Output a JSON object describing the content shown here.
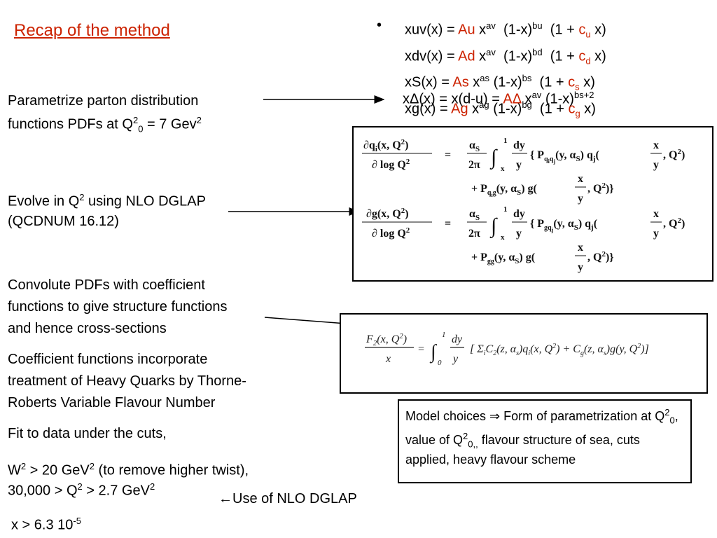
{
  "title": "Recap of the method",
  "bullet": "•",
  "pdfs": [
    {
      "lhs": "xuv(x) =",
      "norm": "Au",
      "p1": "x",
      "e1": "av",
      "p2": "(1-x)",
      "e2": "bu",
      "p3": "(1 +",
      "c": "c",
      "csub": "u",
      "p4": "x)"
    },
    {
      "lhs": "xdv(x) =",
      "norm": "Ad",
      "p1": "x",
      "e1": "av",
      "p2": "(1-x)",
      "e2": "bd",
      "p3": "(1 +",
      "c": "c",
      "csub": "d",
      "p4": "x)"
    },
    {
      "lhs": "xS(x) =",
      "norm": "As",
      "p1": "x",
      "e1": "as",
      "p2": "(1-x)",
      "e2": "bs",
      "p3": "(1 +",
      "c": "c",
      "csub": "s",
      "p4": "x)"
    },
    {
      "lhs": "xg(x) =",
      "norm": "Ag",
      "p1": "x",
      "e1": "ag",
      "p2": "(1-x)",
      "e2": "bg",
      "p3": "(1 +",
      "c": "c",
      "csub": "g",
      "p4": "x)"
    }
  ],
  "delta": {
    "lhs": "xΔ(x) = x(d-u) =",
    "norm": "AΔ",
    "p1": "x",
    "e1": "av",
    "p2": "(1-x)",
    "e2": "bs+2"
  },
  "steps": {
    "parametrize_1": "Parametrize parton distribution",
    "parametrize_2a": "functions PDFs at Q",
    "parametrize_2sup": "2",
    "parametrize_2sub": "0",
    "parametrize_2b": " = 7 Gev",
    "parametrize_2sup2": "2",
    "evolve_1a": "Evolve  in Q",
    "evolve_1sup": "2",
    "evolve_1b": " using NLO DGLAP",
    "evolve_2": "(QCDNUM 16.12)",
    "convolute_1": "Convolute PDFs with coefficient",
    "convolute_2": "functions  to give structure functions",
    "convolute_3": "and hence  cross-sections",
    "coeff_1": "Coefficient functions incorporate",
    "coeff_2": "treatment of Heavy Quarks by Thorne-",
    "coeff_3": "Roberts Variable Flavour Number",
    "fit": "Fit to data under the cuts,",
    "w_a": "W",
    "w_sup": "2",
    "w_b": " > 20 GeV",
    "w_sup2": "2",
    "w_c": " (to remove higher twist),",
    "q_a": "30,000 > Q",
    "q_sup": "2",
    "q_b": " > 2.7 GeV",
    "q_sup2": "2",
    "x_a": "x > 6.3 10",
    "x_sup": "-5",
    "nlo_note": "←Use of NLO DGLAP"
  },
  "model": {
    "a": "Model choices ⇒ Form of parametrization at Q",
    "sup": "2",
    "sub": "0",
    "b": ", value of Q",
    "sup2": "2",
    "sub2": "0,,",
    "c": " flavour structure of sea, cuts applied, heavy flavour scheme"
  },
  "dglap": {
    "q_lhs_num": "∂q",
    "q_lhs_num_sub": "i",
    "q_lhs_num_rest": "(x, Q",
    "q_lhs_num_sup": "2",
    "q_lhs_num_end": ")",
    "lhs_den": "∂ log Q",
    "lhs_den_sup": "2",
    "eq": "=",
    "alpha": "α",
    "alpha_sub": "S",
    "two_pi": "2π",
    "int": "∫",
    "int_up": "1",
    "int_low": "x",
    "dy": "dy",
    "y": "y",
    "q_body_1": "{ P",
    "q_body_1_sub": "q",
    "q_body_1_sub2": "i",
    "q_body_1_sub3": "q",
    "q_body_1_sub4": "j",
    "q_body_1_rest": "(y, α",
    "q_body_1_asub": "S",
    "q_body_1_mid": ") q",
    "q_body_1_qsub": "j",
    "q_body_1_paren": "(",
    "frac_num": "x",
    "frac_den": "y",
    "q_body_1_end": ", Q",
    "q_body_1_endsup": "2",
    "q_body_1_close": ")",
    "q_body_2": "+ P",
    "q_body_2_sub": "q",
    "q_body_2_sub2": "i",
    "q_body_2_sub3": "g",
    "q_body_2_rest": "(y, α",
    "q_body_2_asub": "S",
    "q_body_2_mid": ") g(",
    "q_body_2_end": ", Q",
    "q_body_2_endsup": "2",
    "q_body_2_close": ")}",
    "g_lhs_num": "∂g(x, Q",
    "g_lhs_num_sup": "2",
    "g_lhs_num_end": ")",
    "g_body_1": "{ P",
    "g_body_1_sub": "g",
    "g_body_1_sub2": "q",
    "g_body_1_sub3": "j",
    "g_body_1_rest": "(y, α",
    "g_body_1_asub": "S",
    "g_body_1_mid": ") q",
    "g_body_1_qsub": "j",
    "g_body_1_paren": "(",
    "g_body_1_end": ", Q",
    "g_body_1_endsup": "2",
    "g_body_1_close": ")",
    "g_body_2": "+ P",
    "g_body_2_sub": "gg",
    "g_body_2_rest": "(y, α",
    "g_body_2_asub": "S",
    "g_body_2_mid": ") g(",
    "g_body_2_end": ", Q",
    "g_body_2_endsup": "2",
    "g_body_2_close": ")}"
  },
  "f2": {
    "num_a": "F",
    "num_sub": "2",
    "num_b": "(x, Q",
    "num_sup": "2",
    "num_c": ")",
    "den": "x",
    "eq": "=",
    "int": "∫",
    "int_up": "1",
    "int_low": "0",
    "dy": "dy",
    "y": "y",
    "body_a": "[ Σ",
    "body_sub1": "i",
    "body_b": "C",
    "body_sub2": "2",
    "body_c": "(z, α",
    "body_sub3": "s",
    "body_d": ")q",
    "body_sub4": "i",
    "body_e": "(x, Q",
    "body_sup1": "2",
    "body_f": ") + C",
    "body_sub5": "g",
    "body_g": "(z, α",
    "body_sub6": "s",
    "body_h": ")g(y, Q",
    "body_sup2": "2",
    "body_i": ")]"
  }
}
